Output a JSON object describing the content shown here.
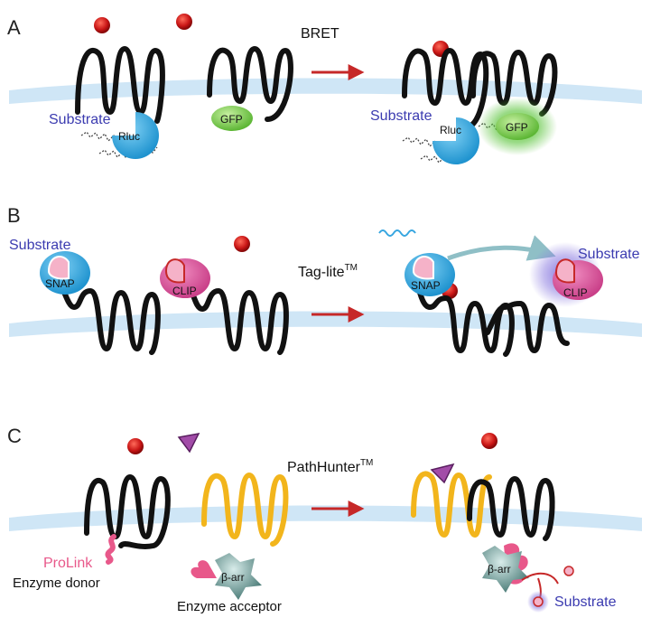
{
  "colors": {
    "membrane": "#cfe6f6",
    "receptor": "#111111",
    "receptor_gold": "#f2b51c",
    "ligand": "#d42323",
    "arrow": "#c62828",
    "substrate_text": "#3b3bb0",
    "rluc": "#2aa6e0",
    "gfp": "#7fcf4a",
    "snap": "#2aa6e0",
    "clip": "#d8549c",
    "prolink": "#e8588a",
    "beta_arr": "#5e8e8a",
    "fluor_glow": "#7a6bd6",
    "triangle": "#8a3a90"
  },
  "panels": [
    {
      "id": "A",
      "letter": "A",
      "title": "BRET",
      "labels": {
        "substrate_left": "Substrate",
        "rluc_left": "Rluc",
        "gfp_left": "GFP",
        "substrate_right": "Substrate",
        "rluc_right": "Rluc",
        "gfp_right": "GFP"
      }
    },
    {
      "id": "B",
      "letter": "B",
      "title": "Tag-lite",
      "title_sup": "TM",
      "labels": {
        "substrate_left": "Substrate",
        "snap_left": "SNAP",
        "clip_left": "CLIP",
        "snap_right": "SNAP",
        "clip_right": "CLIP",
        "substrate_right": "Substrate"
      }
    },
    {
      "id": "C",
      "letter": "C",
      "title": "PathHunter",
      "title_sup": "TM",
      "labels": {
        "prolink": "ProLink",
        "enzyme_donor": "Enzyme donor",
        "beta_arr_left": "β-arr",
        "enzyme_acceptor": "Enzyme acceptor",
        "beta_arr_right": "β-arr",
        "substrate": "Substrate"
      }
    }
  ]
}
